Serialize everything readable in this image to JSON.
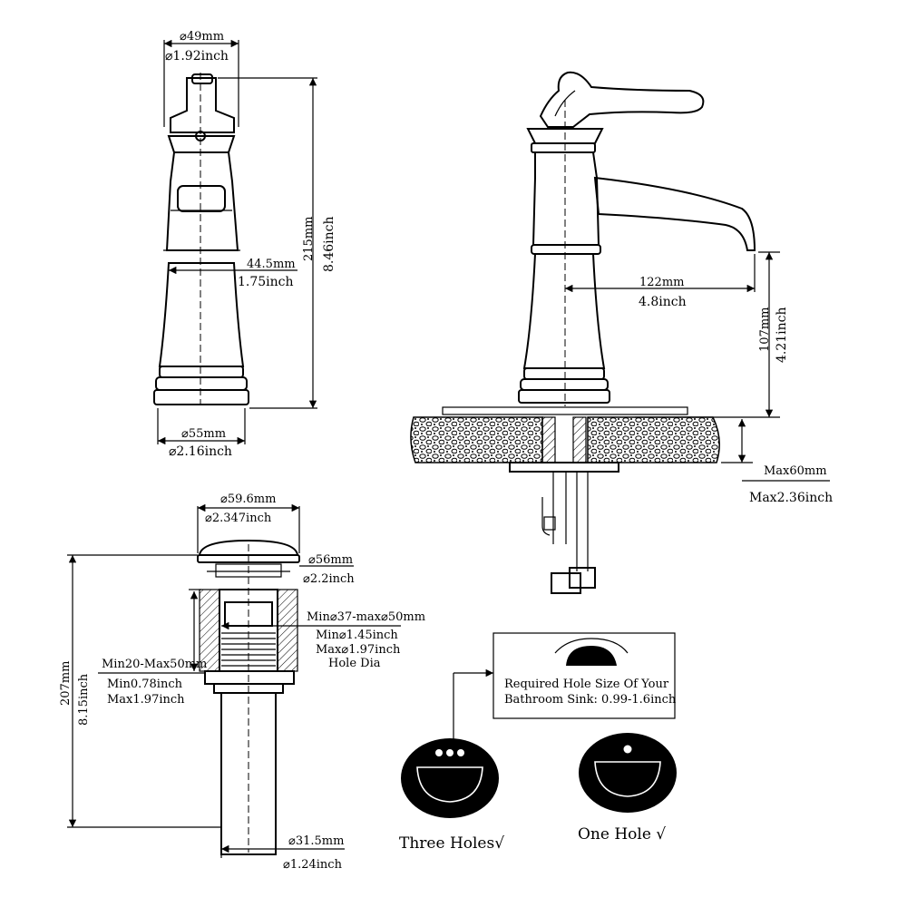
{
  "faucet_front": {
    "top_diameter_mm": "⌀49mm",
    "top_diameter_in": "⌀1.92inch",
    "height_mm": "215mm",
    "height_in": "8.46inch",
    "half_width_mm": "44.5mm",
    "half_width_in": "1.75inch",
    "base_diameter_mm": "⌀55mm",
    "base_diameter_in": "⌀2.16inch"
  },
  "faucet_side": {
    "spout_reach_mm": "122mm",
    "spout_reach_in": "4.8inch",
    "spout_height_mm": "107mm",
    "spout_height_in": "4.21inch",
    "max_deck_mm": "Max60mm",
    "max_deck_in": "Max2.36inch"
  },
  "drain": {
    "cap_diameter_mm": "⌀59.6mm",
    "cap_diameter_in": "⌀2.347inch",
    "flange_diameter_mm": "⌀56mm",
    "flange_diameter_in": "⌀2.2inch",
    "hole_range_mm": "Min⌀37-max⌀50mm",
    "hole_min_in": "Min⌀1.45inch",
    "hole_max_in": "Max⌀1.97inch",
    "hole_label": "Hole Dia",
    "thickness_mm": "Min20-Max50mm",
    "thickness_min_in": "Min0.78inch",
    "thickness_max_in": "Max1.97inch",
    "height_mm": "207mm",
    "height_in": "8.15inch",
    "tail_diameter_mm": "⌀31.5mm",
    "tail_diameter_in": "⌀1.24inch"
  },
  "sink_info": {
    "line1": "Required Hole Size Of Your",
    "line2": "Bathroom Sink: 0.99-1.6inch",
    "three_holes": "Three Holes√",
    "one_hole": "One Hole √"
  }
}
